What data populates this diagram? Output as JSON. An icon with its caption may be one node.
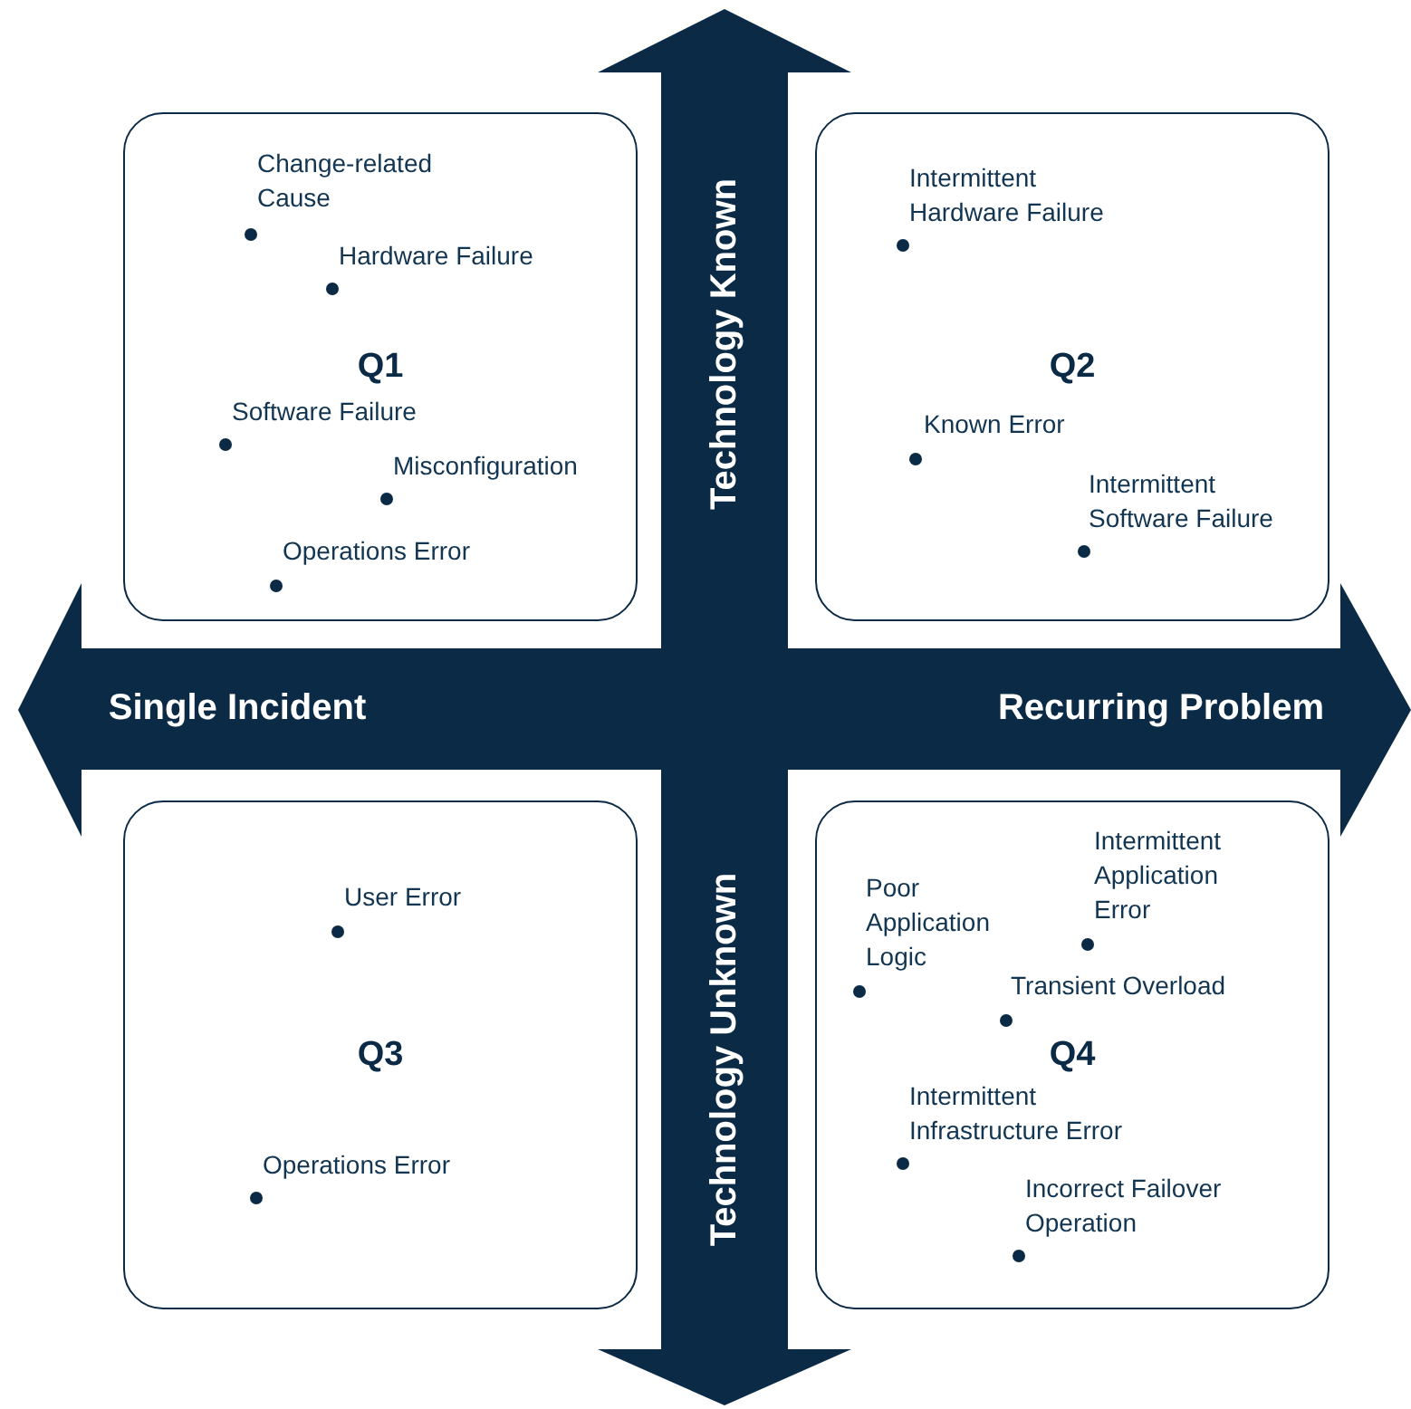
{
  "diagram": {
    "nodes": [
      {
        "text": [
          "Q1"
        ]
      },
      {
        "text": [
          "Q2"
        ]
      },
      {
        "text": [
          "Q3"
        ]
      },
      {
        "text": [
          "Q4"
        ]
      }
    ],
    "labels": [
      "Change-related Cause",
      "Hardware Failure",
      "Software Failure",
      "Misconfiguration",
      "Operations Error",
      "Technology Known",
      "Intermittent Hardware Failure",
      "Known Error",
      "Intermittent Software Failure",
      "Single Incident",
      "Recurring Problem",
      "User Error",
      "Operations Error",
      "Technology Unknown",
      "Intermittent Application Error",
      "Poor Application Logic",
      "Transient Overload",
      "Intermittent Infrastructure Error",
      "Incorrect Failover Operation"
    ]
  }
}
